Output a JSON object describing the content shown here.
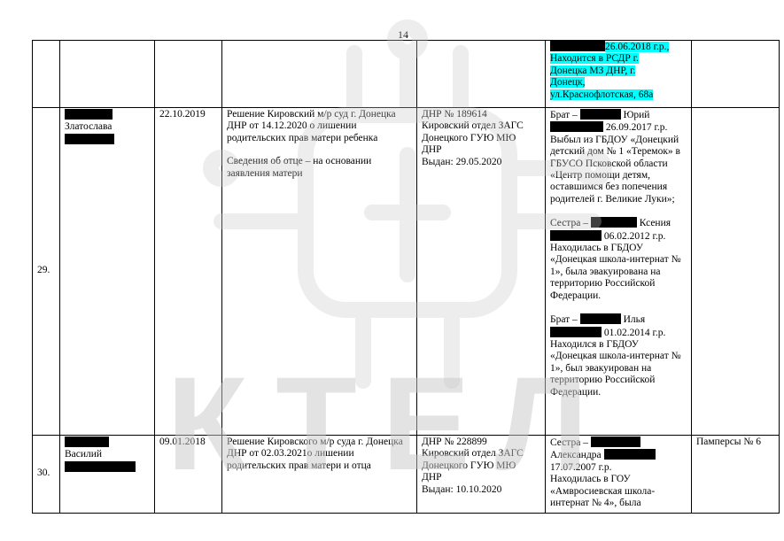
{
  "page_number": "14",
  "row_prev": {
    "sibling_lines": [
      "26.06.2018 г.р.,",
      "Находится в РСДР г.",
      "Донецка МЗ ДНР, г.",
      "Донецк,",
      "ул.Краснофлотская, 68а"
    ]
  },
  "row_29": {
    "num": "29.",
    "name": "Златослава",
    "date": "22.10.2019",
    "decision_1": "Решение Кировский м/р суд г. Донецка ДНР от 14.12.2020 о лишении родительских прав матери ребенка",
    "decision_2": "Сведения об отце – на основании заявления матери",
    "doc_lines": [
      "ДНР № 189614",
      "Кировский отдел ЗАГС",
      "Донецкого ГУЮ МЮ",
      "ДНР",
      "Выдан: 29.05.2020"
    ],
    "sibling_1": {
      "relation": "Брат –",
      "first_name": "Юрий",
      "dob": "26.09.2017 г.р.",
      "text": "Выбыл из ГБДОУ «Донецкий детский дом № 1 «Теремок» в ГБУСО Псковской области «Центр помощи детям, оставшимся без попечения родителей г. Великие Луки»;"
    },
    "sibling_2": {
      "relation": "Сестра –",
      "first_name": "Ксения",
      "dob": "06.02.2012 г.р.",
      "text": "Находилась в ГБДОУ «Донецкая школа-интернат № 1», была эвакуирована на территорию Российской Федерации."
    },
    "sibling_3": {
      "relation": "Брат –",
      "first_name": "Илья",
      "dob": "01.02.2014 г.р.",
      "text": "Находился в ГБДОУ «Донецкая школа-интернат № 1», был эвакуирован на территорию Российской Федерации."
    },
    "note": ""
  },
  "row_30": {
    "num": "30.",
    "name": "Василий",
    "date": "09.01.2018",
    "decision": "Решение Кировского м/р суда г. Донецка ДНР от 02.03.2021о лишении родительских прав матери и отца",
    "doc_lines": [
      "ДНР № 228899",
      "Кировский отдел ЗАГС",
      "Донецкого ГУЮ МЮ",
      "ДНР",
      "Выдан: 10.10.2020"
    ],
    "sibling_1": {
      "relation": "Сестра –",
      "first_name": "Александра",
      "dob": "17.07.2007 г.р.",
      "text": "Находилась в ГОУ «Амвросиевская школа-интернат № 4», была"
    },
    "note": "Памперсы № 6"
  },
  "watermark": {
    "text": "КТЕЛ",
    "color": "#c8c8c8"
  }
}
